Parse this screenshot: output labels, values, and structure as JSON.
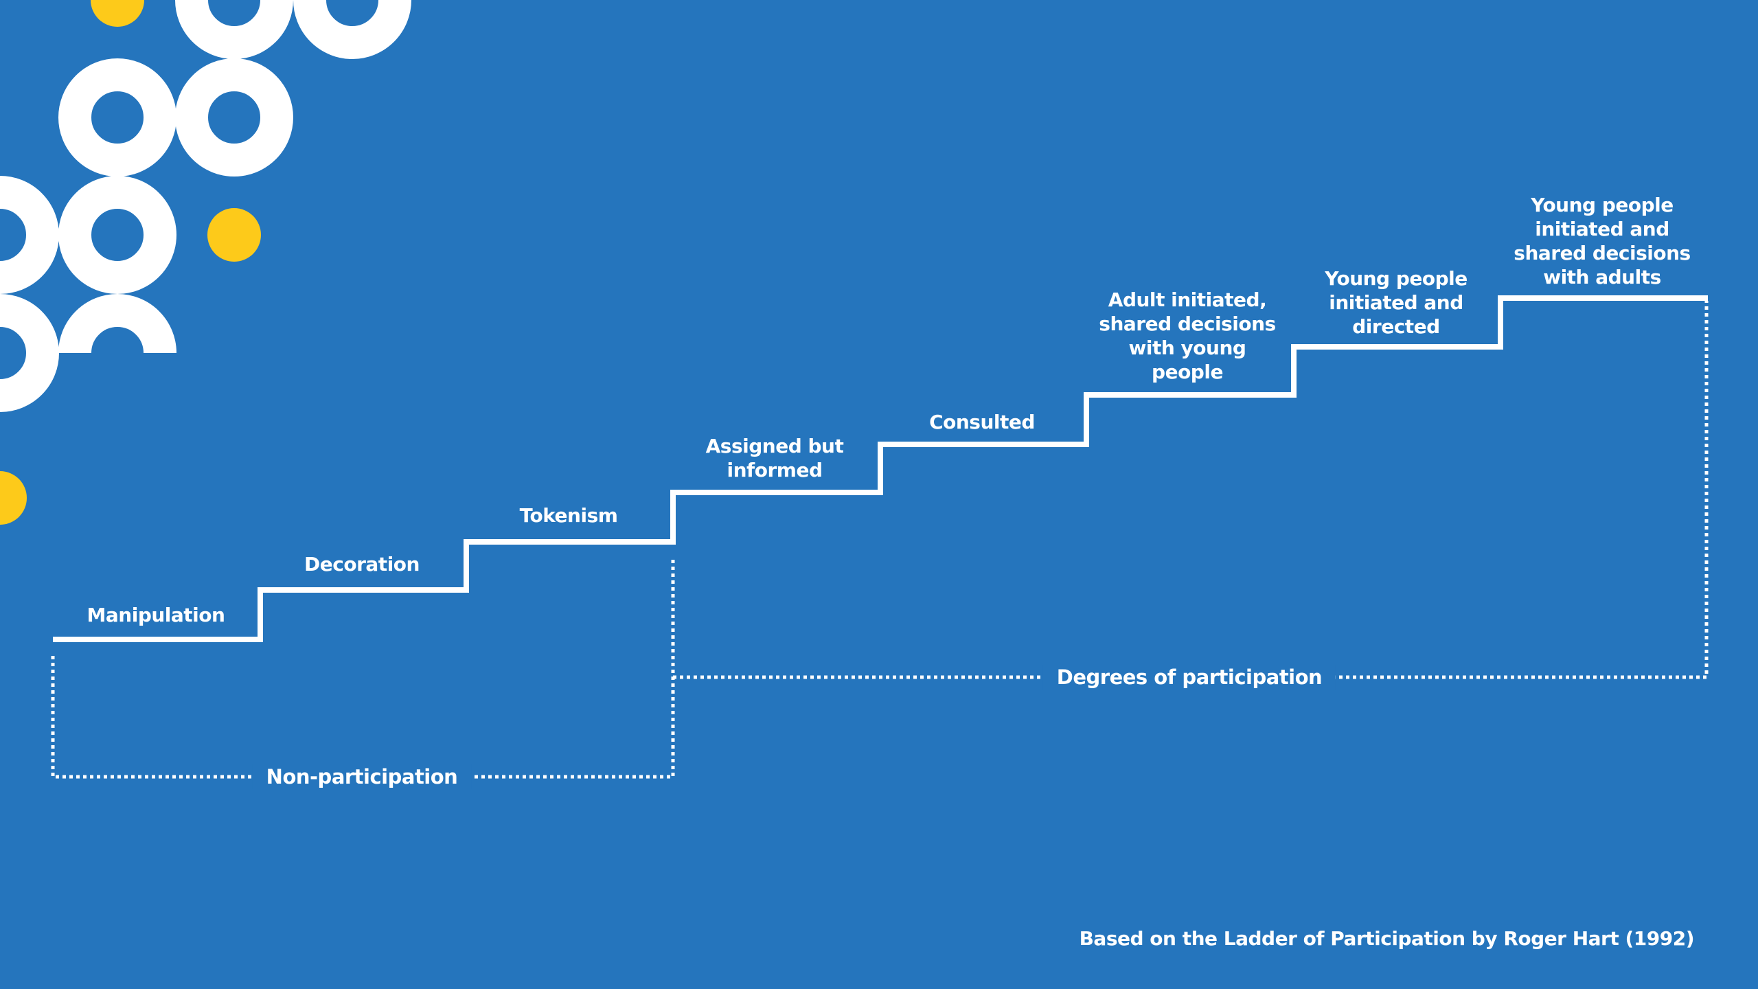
{
  "colors": {
    "background": "#2575BD",
    "accent_yellow": "#FDCA1A",
    "foreground": "#FFFFFF"
  },
  "steps": [
    {
      "label": "Manipulation"
    },
    {
      "label": "Decoration"
    },
    {
      "label": "Tokenism"
    },
    {
      "label": "Assigned but\ninformed"
    },
    {
      "label": "Consulted"
    },
    {
      "label": "Adult initiated,\nshared decisions\nwith young\npeople"
    },
    {
      "label": "Young people\ninitiated and\ndirected"
    },
    {
      "label": "Young people\ninitiated and\nshared decisions\nwith adults"
    }
  ],
  "groups": {
    "non_participation": "Non-participation",
    "degrees_of_participation": "Degrees of participation"
  },
  "footer": "Based on the Ladder of Participation by Roger Hart (1992)"
}
